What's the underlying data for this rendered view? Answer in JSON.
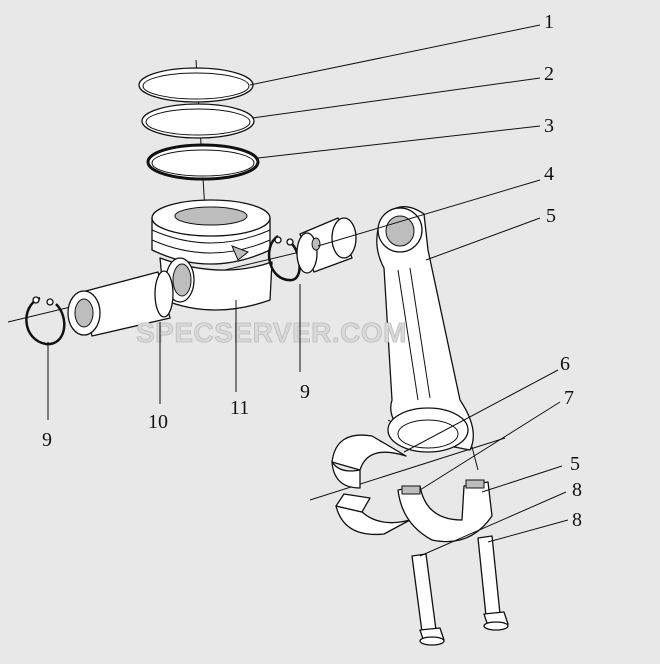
{
  "watermark": "SPECSERVER.COM",
  "callouts": {
    "c1": "1",
    "c2": "2",
    "c3": "3",
    "c4": "4",
    "c5a": "5",
    "c6": "6",
    "c7": "7",
    "c5b": "5",
    "c8a": "8",
    "c8b": "8",
    "c9a": "9",
    "c9b": "9",
    "c10": "10",
    "c11": "11"
  }
}
